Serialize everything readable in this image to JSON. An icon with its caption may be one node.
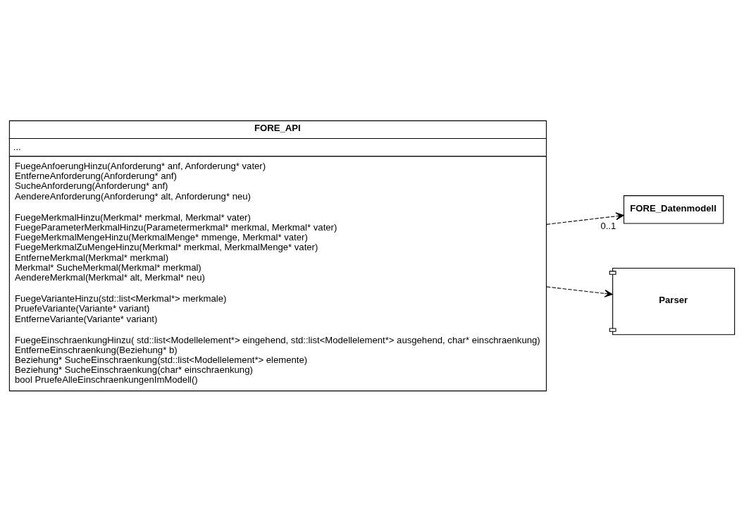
{
  "diagram": {
    "nodes": [
      {
        "text": [
          "FORE_API",
          "...",
          "FuegeAnfoerungHinzu(Anforderung* anf, Anforderung* vater)",
          "EntferneAnforderung(Anforderung* anf)",
          "SucheAnforderung(Anforderung* anf)",
          "AendereAnforderung(Anforderung* alt, Anforderung* neu)",
          "FuegeMerkmalHinzu(Merkmal* merkmal, Merkmal* vater)",
          "FuegeParameterMerkmalHinzu(Parametermerkmal* merkmal, Merkmal* vater)",
          "FuegeMerkmalMengeHinzu(MerkmalMenge* mmenge, Merkmal* vater)",
          "FuegeMerkmalZuMengeHinzu(Merkmal* merkmal, MerkmalMenge* vater)",
          "EntferneMerkmal(Merkmal* merkmal)",
          "Merkmal* SucheMerkmal(Merkmal* merkmal)",
          "AendereMerkmal(Merkmal* alt, Merkmal* neu)",
          "FuegeVarianteHinzu(std::list<Merkmal*> merkmale)",
          "PruefeVariante(Variante* variant)",
          "EntferneVariante(Variante* variant)",
          "FuegeEinschraenkungHinzu( std::list<Modellelement*> eingehend, std::list<Modellelement*> ausgehend, char* einschraenkung)",
          "EntferneEinschraenkung(Beziehung* b)",
          "Beziehung* SucheEinschraenkung(std::list<Modellelement*> elemente)",
          "Beziehung* SucheEinschraenkung(char* einschraenkung)",
          "bool PruefeAlleEinschraenkungenImModell()"
        ]
      },
      {
        "text": [
          "FORE_Datenmodell"
        ]
      },
      {
        "text": [
          "Parser"
        ]
      }
    ],
    "edges": [
      {
        "from": 0,
        "to": 1,
        "arrow": "to",
        "style": "dashed",
        "label": "0..1"
      },
      {
        "from": 0,
        "to": 2,
        "arrow": "to",
        "style": "dashed"
      }
    ]
  }
}
